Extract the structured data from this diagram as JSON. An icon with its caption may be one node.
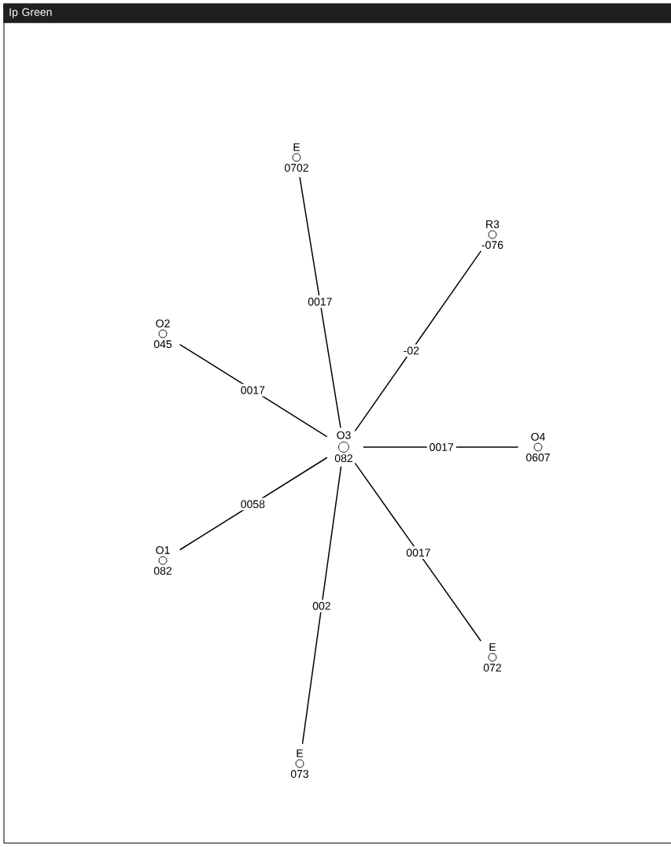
{
  "diagram": {
    "title": "Ip Green",
    "nodes": [
      {
        "text": [
          "O3",
          "082"
        ]
      },
      {
        "text": [
          "E",
          "0702"
        ]
      },
      {
        "text": [
          "R3",
          "-076"
        ]
      },
      {
        "text": [
          "O2",
          "045"
        ]
      },
      {
        "text": [
          "O4",
          "0607"
        ]
      },
      {
        "text": [
          "O1",
          "082"
        ]
      },
      {
        "text": [
          "E",
          "072"
        ]
      },
      {
        "text": [
          "E",
          "073"
        ]
      }
    ],
    "edges": [
      {
        "from": 0,
        "to": 1,
        "arrow": "none",
        "label": "0017"
      },
      {
        "from": 0,
        "to": 2,
        "arrow": "none",
        "label": "-02"
      },
      {
        "from": 0,
        "to": 3,
        "arrow": "none",
        "label": "0017"
      },
      {
        "from": 0,
        "to": 4,
        "arrow": "none",
        "label": "0017"
      },
      {
        "from": 0,
        "to": 5,
        "arrow": "none",
        "label": "0058"
      },
      {
        "from": 0,
        "to": 6,
        "arrow": "none",
        "label": "0017"
      },
      {
        "from": 0,
        "to": 7,
        "arrow": "none",
        "label": "002"
      }
    ]
  }
}
